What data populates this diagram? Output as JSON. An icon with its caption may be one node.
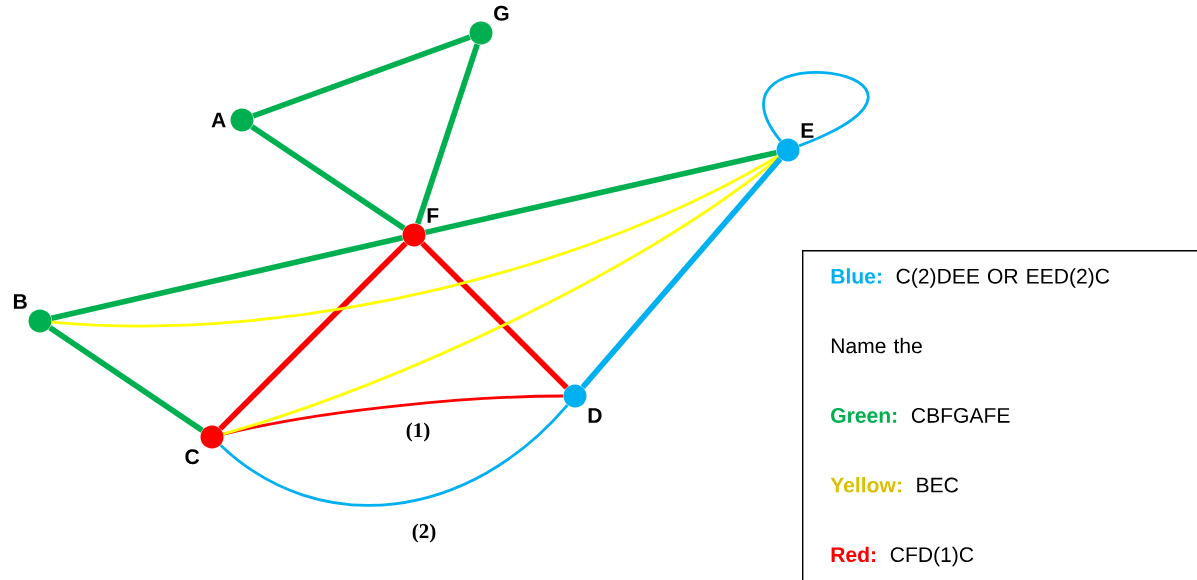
{
  "diagram": {
    "nodes": [
      {
        "text": [
          "A"
        ]
      },
      {
        "text": [
          "G"
        ]
      },
      {
        "text": [
          "F"
        ]
      },
      {
        "text": [
          "E"
        ]
      },
      {
        "text": [
          "B"
        ]
      },
      {
        "text": [
          "C"
        ]
      },
      {
        "text": [
          "D"
        ]
      },
      {
        "text": [
          "Blue:",
          "C(2)DEE OR EED(2)C",
          "Name the",
          "Green:",
          "CBFGAFE",
          "Yellow:",
          "BEC",
          "Red:",
          "CFD(1)C"
        ]
      }
    ],
    "edges": [
      {
        "from": 0,
        "to": 1,
        "arrow": "none"
      },
      {
        "from": 0,
        "to": 2,
        "arrow": "none"
      },
      {
        "from": 1,
        "to": 2,
        "arrow": "none"
      },
      {
        "from": 4,
        "to": 2,
        "arrow": "none"
      },
      {
        "from": 2,
        "to": 3,
        "arrow": "none"
      },
      {
        "from": 4,
        "to": 5,
        "arrow": "none"
      },
      {
        "from": 5,
        "to": 2,
        "arrow": "none",
        "color": "#ff0000"
      },
      {
        "from": 2,
        "to": 6,
        "arrow": "none",
        "color": "#ff0000"
      },
      {
        "from": 5,
        "to": 6,
        "arrow": "none",
        "label": "(1)",
        "color": "#ff0000"
      },
      {
        "from": 4,
        "to": 3,
        "arrow": "none",
        "color": "#ffff00"
      },
      {
        "from": 5,
        "to": 3,
        "arrow": "none",
        "color": "#ffff00"
      },
      {
        "from": 6,
        "to": 3,
        "arrow": "none",
        "color": "#00b0f0"
      },
      {
        "from": 5,
        "to": 6,
        "arrow": "none",
        "label": "(2)",
        "color": "#00b0f0"
      },
      {
        "from": 3,
        "to": 3,
        "arrow": "none",
        "color": "#00b0f0"
      }
    ]
  }
}
